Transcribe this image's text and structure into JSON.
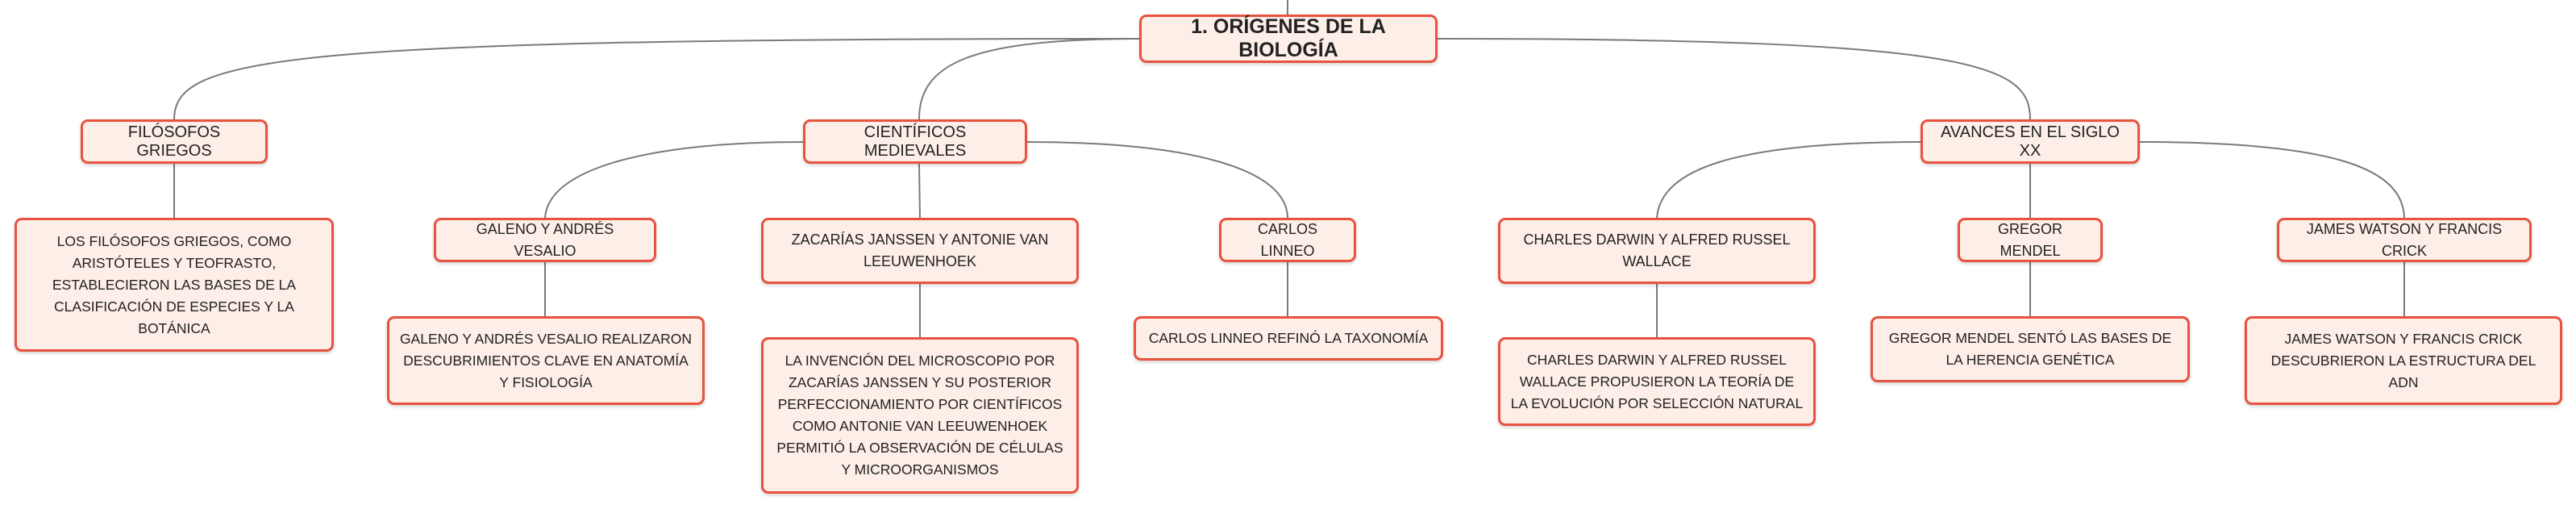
{
  "root": {
    "label": "1. ORÍGENES DE LA BIOLOGÍA"
  },
  "branches": {
    "filosofos": {
      "label": "FILÓSOFOS GRIEGOS",
      "detail": "LOS FILÓSOFOS GRIEGOS, COMO ARISTÓTELES Y TEOFRASTO, ESTABLECIERON LAS BASES DE LA CLASIFICACIÓN DE ESPECIES Y LA BOTÁNICA"
    },
    "medievales": {
      "label": "CIENTÍFICOS MEDIEVALES",
      "galeno": {
        "label": "GALENO Y ANDRÉS VESALIO",
        "detail": "GALENO Y ANDRÉS VESALIO REALIZARON DESCUBRIMIENTOS CLAVE EN ANATOMÍA Y FISIOLOGÍA"
      },
      "janssen": {
        "label": "ZACARÍAS JANSSEN Y ANTONIE VAN LEEUWENHOEK",
        "detail": "LA INVENCIÓN DEL MICROSCOPIO POR ZACARÍAS JANSSEN Y SU POSTERIOR PERFECCIONAMIENTO POR CIENTÍFICOS COMO ANTONIE VAN LEEUWENHOEK PERMITIÓ LA OBSERVACIÓN DE CÉLULAS Y MICROORGANISMOS"
      },
      "linneo": {
        "label": "CARLOS LINNEO",
        "detail": "CARLOS LINNEO REFINÓ LA TAXONOMÍA"
      }
    },
    "sigloxx": {
      "label": "AVANCES EN EL SIGLO XX",
      "darwin": {
        "label": "CHARLES DARWIN Y ALFRED RUSSEL WALLACE",
        "detail": "CHARLES DARWIN Y ALFRED RUSSEL WALLACE PROPUSIERON LA TEORÍA DE LA EVOLUCIÓN POR SELECCIÓN NATURAL"
      },
      "mendel": {
        "label": "GREGOR MENDEL",
        "detail": "GREGOR MENDEL SENTÓ LAS BASES DE LA HERENCIA GENÉTICA"
      },
      "watson": {
        "label": "JAMES WATSON Y FRANCIS CRICK",
        "detail": "JAMES WATSON Y FRANCIS CRICK DESCUBRIERON LA ESTRUCTURA DEL ADN"
      }
    }
  },
  "colors": {
    "node_border": "#e8523e",
    "node_fill": "#fdeee8",
    "connector": "#7a7a7a",
    "text": "#222222"
  }
}
